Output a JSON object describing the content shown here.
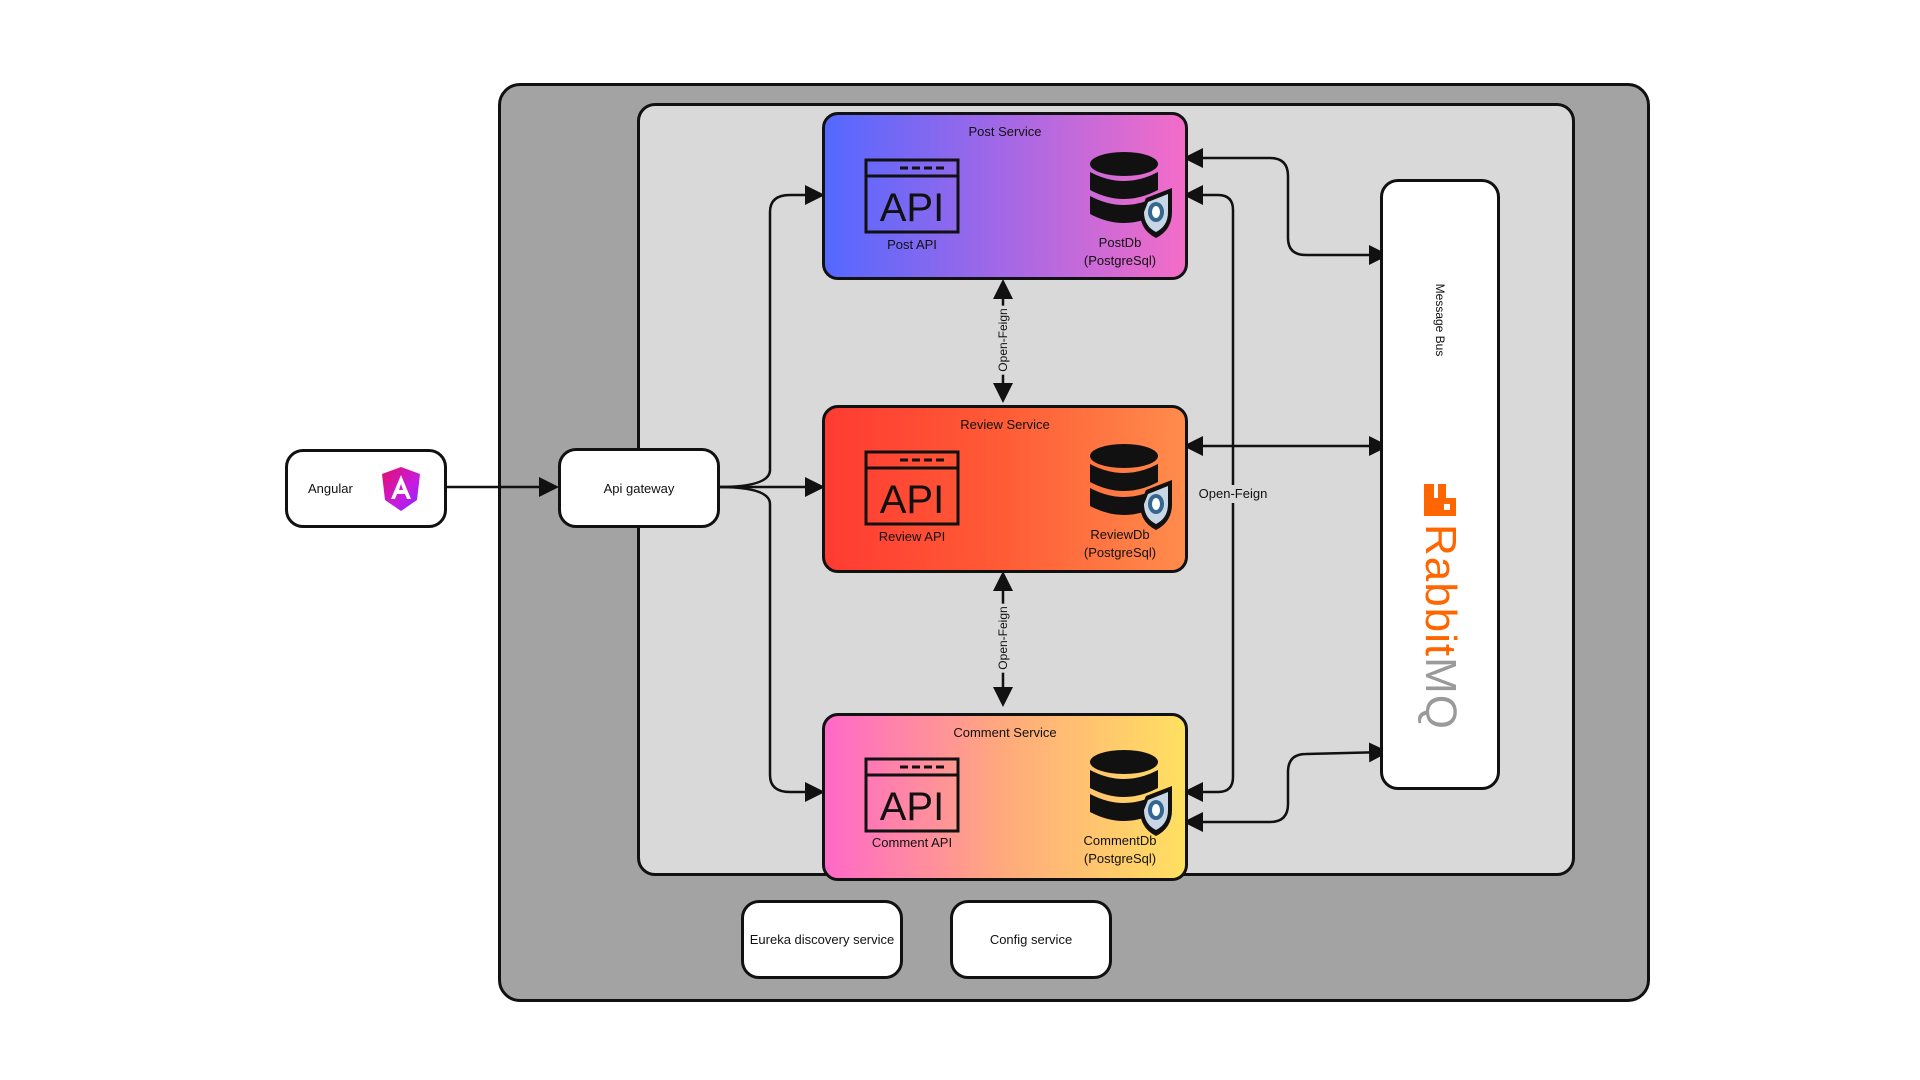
{
  "client": {
    "label": "Angular",
    "icon": "angular-logo-icon"
  },
  "gateway": {
    "label": "Api gateway"
  },
  "services": [
    {
      "title": "Post Service",
      "api_label": "Post API",
      "db_label": "PostDb",
      "db_type": "(PostgreSql)",
      "gradient": [
        "#5468ff",
        "#a468e6",
        "#f46cc8"
      ]
    },
    {
      "title": "Review Service",
      "api_label": "Review API",
      "db_label": "ReviewDb",
      "db_type": "(PostgreSql)",
      "gradient": [
        "#ff3b32",
        "#ff5c36",
        "#ff8c4c"
      ]
    },
    {
      "title": "Comment Service",
      "api_label": "Comment API",
      "db_label": "CommentDb",
      "db_type": "(PostgreSql)",
      "gradient": [
        "#ff69c8",
        "#ffaa7c",
        "#ffe061"
      ]
    }
  ],
  "api_glyph": "API",
  "links": {
    "feign_1": "Open-Feign",
    "feign_2": "Open-Feign",
    "feign_side": "Open-Feign"
  },
  "message_bus": {
    "title": "Message Bus",
    "brand_a": "Rabbit",
    "brand_b": "MQ",
    "brand_color": "#ff6600"
  },
  "infra": {
    "discovery": "Eureka discovery service",
    "config": "Config service"
  },
  "colors": {
    "outer": "#a3a3a3",
    "inner": "#d9d9d9",
    "stroke": "#111111"
  }
}
